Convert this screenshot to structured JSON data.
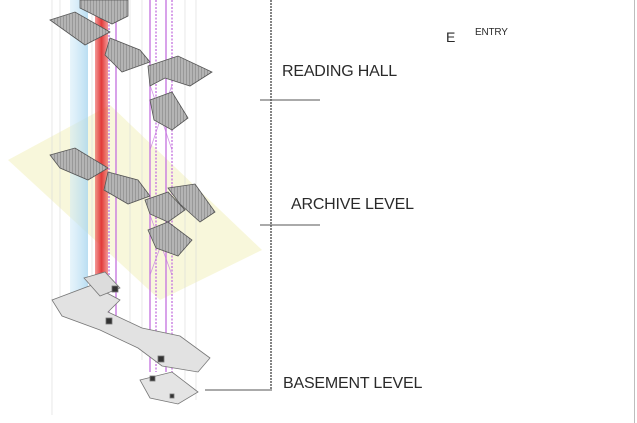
{
  "levels": {
    "reading_hall": "READING HALL",
    "archive_level": "ARCHIVE LEVEL",
    "basement_level": "BASEMENT LEVEL"
  },
  "legend": {
    "key": "E",
    "label": "ENTRY"
  },
  "colors": {
    "core_red": "#e8423f",
    "shaft_blue": "#a9d6ef",
    "circulation_purple": "#c77ae0",
    "floor_plane_yellow": "#f4f2c8",
    "block_grey": "#9a9a9a",
    "leader_line": "#555555"
  }
}
